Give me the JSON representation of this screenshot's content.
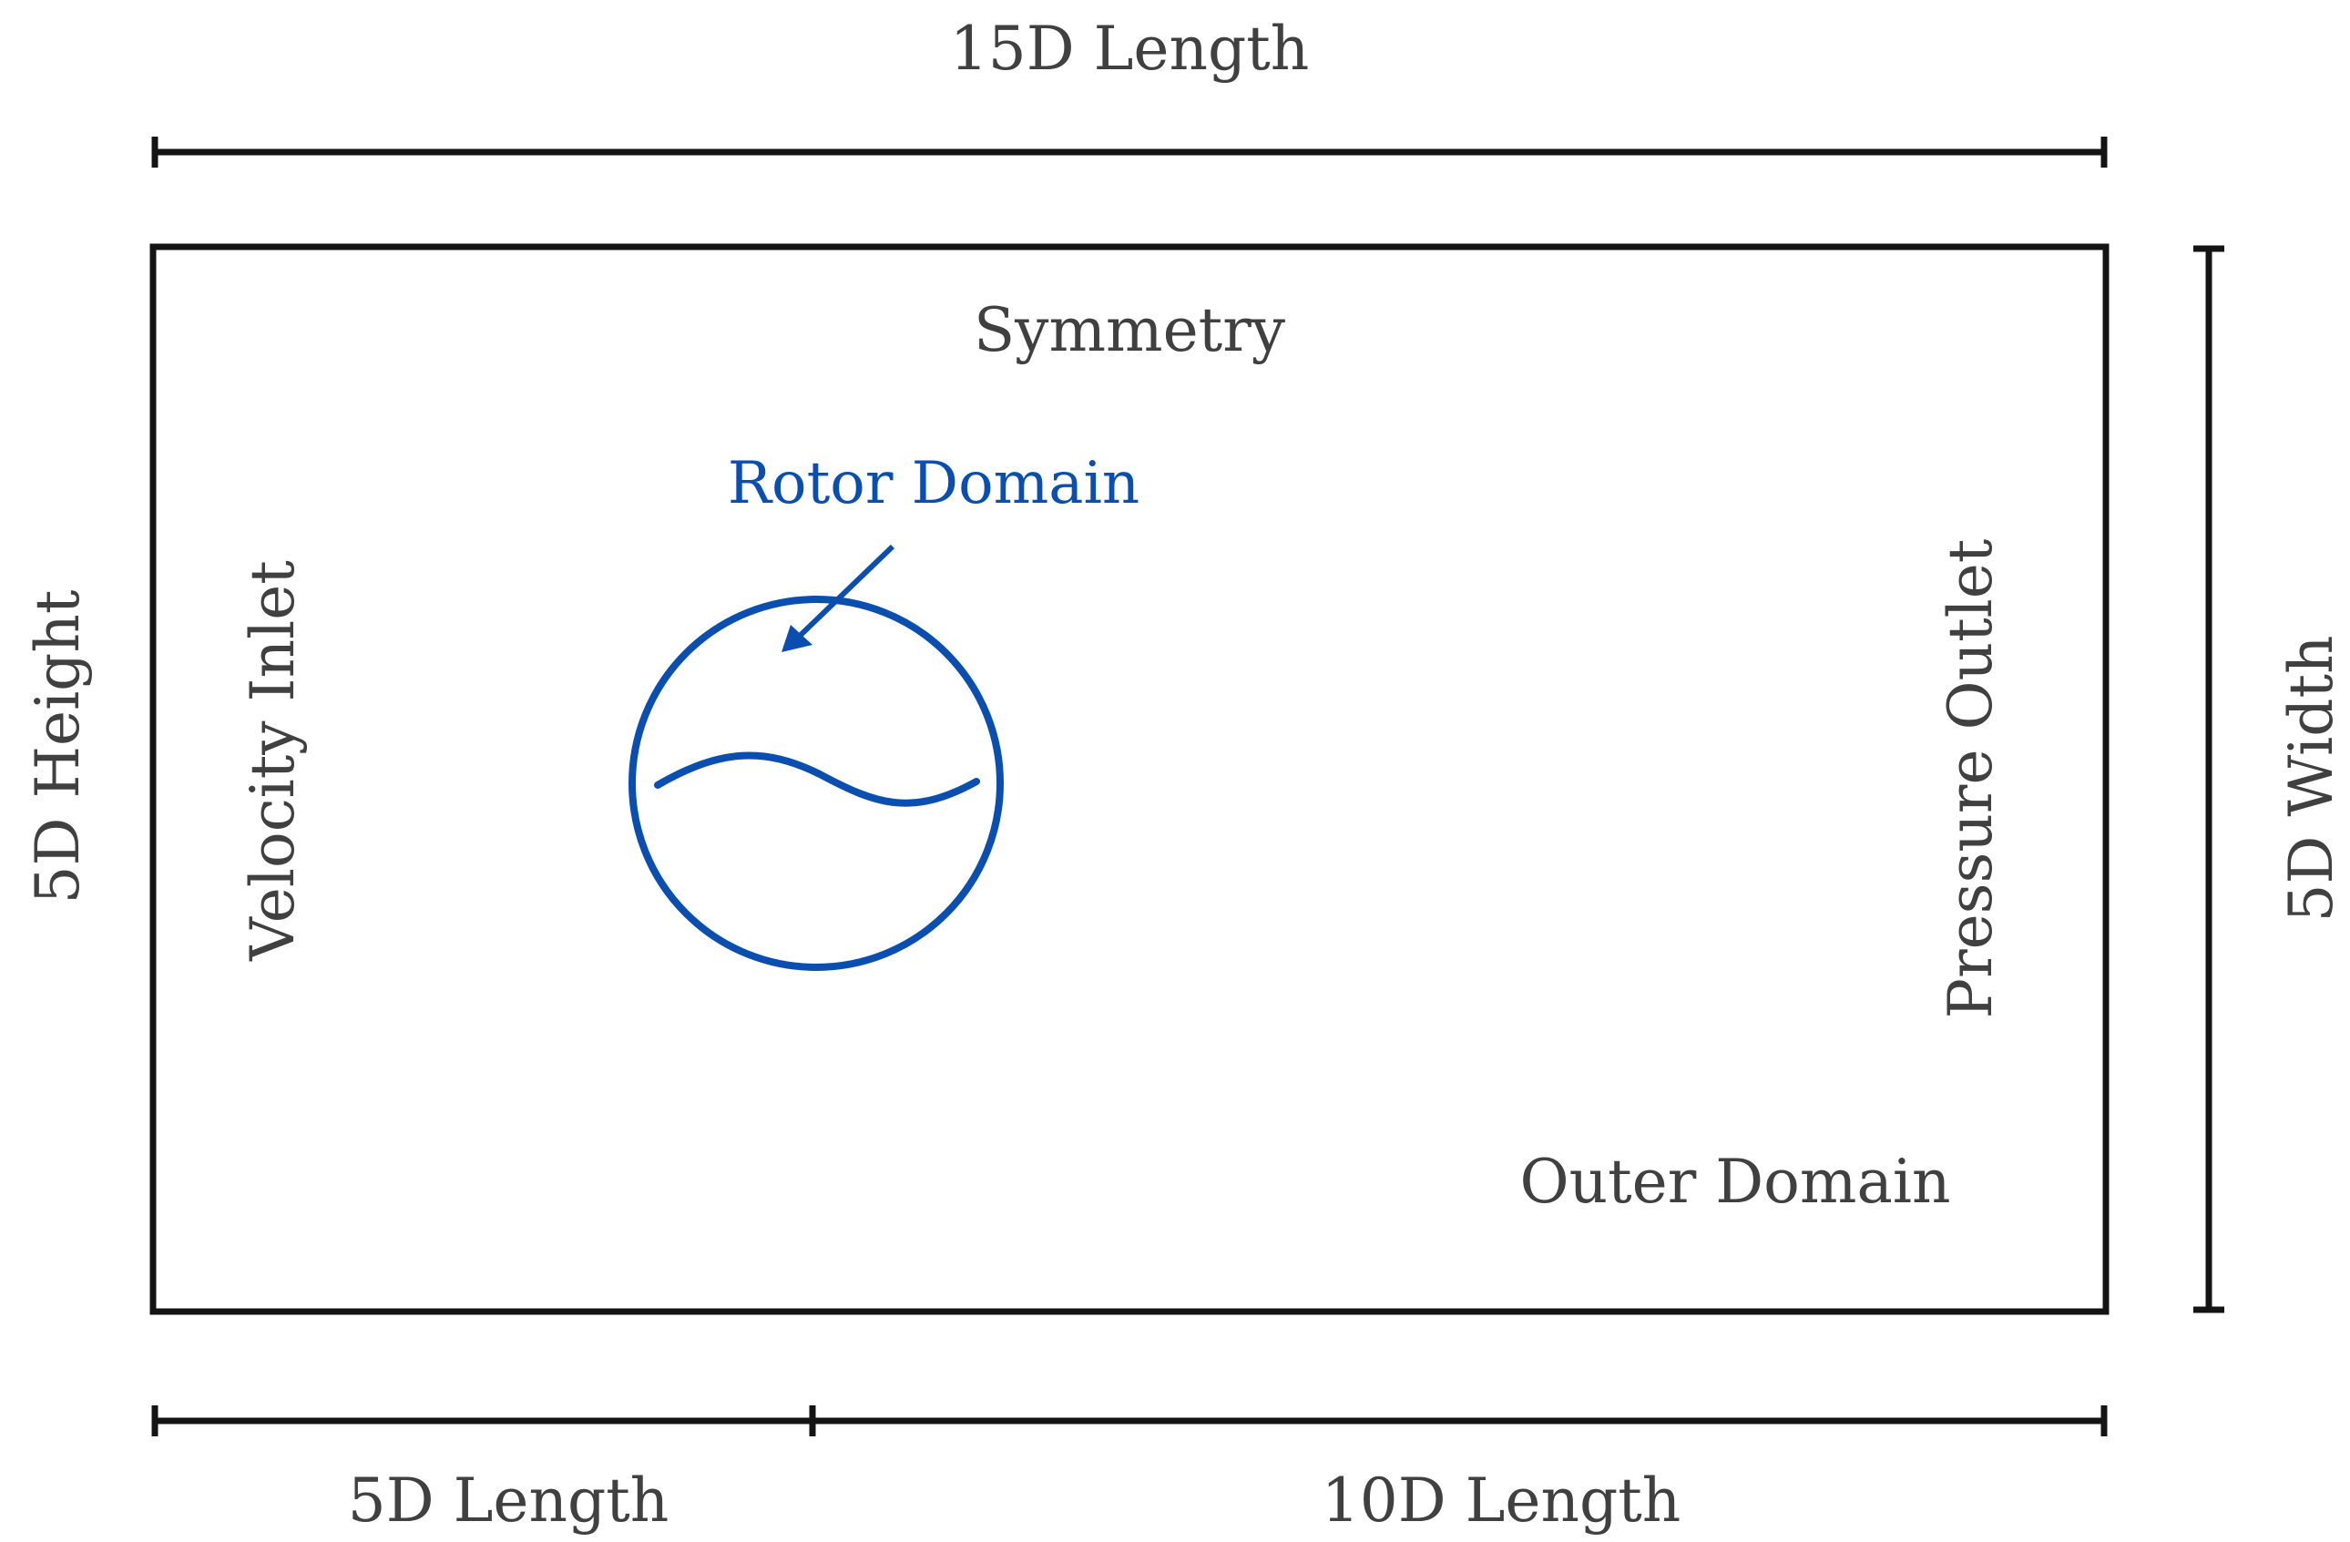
{
  "colors": {
    "ink": "#141414",
    "text": "#404040",
    "rotor": "#0a4fb0"
  },
  "dimensions": {
    "total_length": "15D Length",
    "upstream_length": "5D Length",
    "downstream_length": "10D Length",
    "height": "5D Height",
    "width": "5D Width"
  },
  "boundaries": {
    "top": "Symmetry",
    "inlet": "Velocity Inlet",
    "outlet": "Pressure Outlet"
  },
  "regions": {
    "rotor": "Rotor Domain",
    "outer": "Outer Domain"
  }
}
